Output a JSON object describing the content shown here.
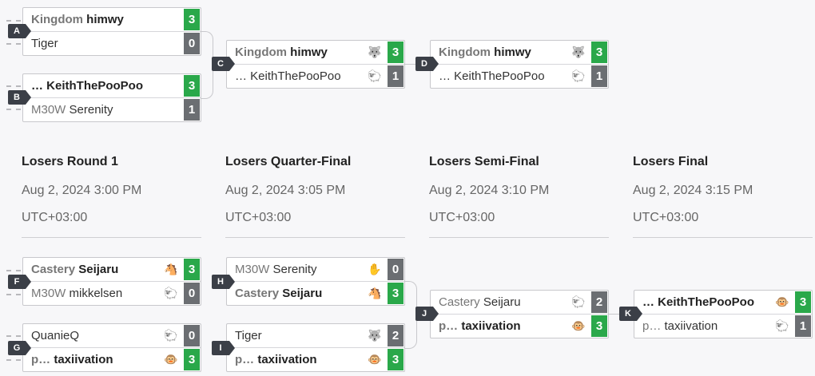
{
  "colors": {
    "win": "#2aa84a",
    "lose": "#6b6e72",
    "label": "#3b3f47"
  },
  "winners": [
    {
      "label": "A",
      "rows": [
        {
          "prefix": "Kingdom",
          "name": "himwy",
          "score": "3",
          "win": true,
          "icon": ""
        },
        {
          "prefix": "",
          "name": "Tiger",
          "score": "0",
          "win": false,
          "icon": ""
        }
      ]
    },
    {
      "label": "B",
      "rows": [
        {
          "prefix": "…",
          "name": "KeithThePooPoo",
          "score": "3",
          "win": true,
          "icon": ""
        },
        {
          "prefix": "M30W",
          "name": "Serenity",
          "score": "1",
          "win": false,
          "icon": ""
        }
      ]
    },
    {
      "label": "C",
      "rows": [
        {
          "prefix": "Kingdom",
          "name": "himwy",
          "score": "3",
          "win": true,
          "icon": "wolf-icon"
        },
        {
          "prefix": "…",
          "name": "KeithThePooPoo",
          "score": "1",
          "win": false,
          "icon": "character-icon"
        }
      ]
    },
    {
      "label": "D",
      "rows": [
        {
          "prefix": "Kingdom",
          "name": "himwy",
          "score": "3",
          "win": true,
          "icon": "wolf-icon"
        },
        {
          "prefix": "…",
          "name": "KeithThePooPoo",
          "score": "1",
          "win": false,
          "icon": "character-icon"
        }
      ]
    }
  ],
  "rounds": [
    {
      "title": "Losers Round 1",
      "date": "Aug 2, 2024 3:00 PM",
      "tz": "UTC+03:00"
    },
    {
      "title": "Losers Quarter-Final",
      "date": "Aug 2, 2024 3:05 PM",
      "tz": "UTC+03:00"
    },
    {
      "title": "Losers Semi-Final",
      "date": "Aug 2, 2024 3:10 PM",
      "tz": "UTC+03:00"
    },
    {
      "title": "Losers Final",
      "date": "Aug 2, 2024 3:15 PM",
      "tz": "UTC+03:00"
    }
  ],
  "losers": [
    {
      "label": "F",
      "rows": [
        {
          "prefix": "Castery",
          "name": "Seijaru",
          "score": "3",
          "win": true,
          "icon": "character-icon"
        },
        {
          "prefix": "M30W",
          "name": "mikkelsen",
          "score": "0",
          "win": false,
          "icon": "character-icon"
        }
      ]
    },
    {
      "label": "G",
      "rows": [
        {
          "prefix": "",
          "name": "QuanieQ",
          "score": "0",
          "win": false,
          "icon": "character-icon"
        },
        {
          "prefix": "p…",
          "name": "taxiivation",
          "score": "3",
          "win": true,
          "icon": "character-icon"
        }
      ]
    },
    {
      "label": "H",
      "rows": [
        {
          "prefix": "M30W",
          "name": "Serenity",
          "score": "0",
          "win": false,
          "icon": "character-icon"
        },
        {
          "prefix": "Castery",
          "name": "Seijaru",
          "score": "3",
          "win": true,
          "icon": "character-icon"
        }
      ]
    },
    {
      "label": "I",
      "rows": [
        {
          "prefix": "",
          "name": "Tiger",
          "score": "2",
          "win": false,
          "icon": "character-icon"
        },
        {
          "prefix": "p…",
          "name": "taxiivation",
          "score": "3",
          "win": true,
          "icon": "character-icon"
        }
      ]
    },
    {
      "label": "J",
      "rows": [
        {
          "prefix": "Castery",
          "name": "Seijaru",
          "score": "2",
          "win": false,
          "icon": "character-icon"
        },
        {
          "prefix": "p…",
          "name": "taxiivation",
          "score": "3",
          "win": true,
          "icon": "character-icon"
        }
      ]
    },
    {
      "label": "K",
      "rows": [
        {
          "prefix": "…",
          "name": "KeithThePooPoo",
          "score": "3",
          "win": true,
          "icon": "character-icon"
        },
        {
          "prefix": "p…",
          "name": "taxiivation",
          "score": "1",
          "win": false,
          "icon": "character-icon"
        }
      ]
    }
  ]
}
